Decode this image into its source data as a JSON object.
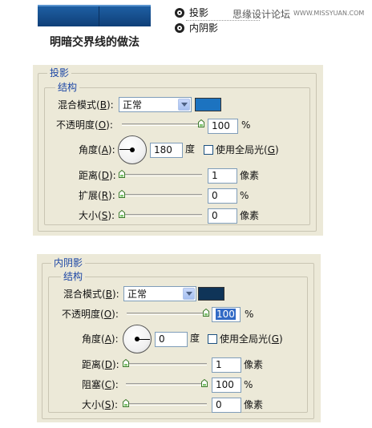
{
  "header": {
    "title": "明暗交界线的做法",
    "legend": [
      {
        "icon": "layer-effect-icon",
        "label": "投影"
      },
      {
        "icon": "layer-effect-icon",
        "label": "内阴影"
      }
    ],
    "site_name": "思缘设计论坛",
    "site_url": "WWW.MISSYUAN.COM"
  },
  "colors": {
    "header_block": "#1e5fa3",
    "panel_bg": "#ece9d8",
    "group_label": "#1c46a5",
    "drop_shadow_swatch": "#1c73c0",
    "inner_shadow_swatch": "#0f3458"
  },
  "drop_shadow": {
    "title": "投影",
    "group": "结构",
    "blend_mode": {
      "label": "混合模式",
      "key": "B",
      "value": "正常"
    },
    "opacity": {
      "label": "不透明度",
      "key": "O",
      "value": "100",
      "unit": "%",
      "level": 1.0
    },
    "angle": {
      "label": "角度",
      "key": "A",
      "value": "180",
      "unit": "度",
      "degrees": 180
    },
    "global_light": {
      "label": "使用全局光",
      "key": "G",
      "checked": false
    },
    "distance": {
      "label": "距离",
      "key": "D",
      "value": "1",
      "unit": "像素",
      "level": 0.0
    },
    "spread": {
      "label": "扩展",
      "key": "R",
      "value": "0",
      "unit": "%",
      "level": 0.0
    },
    "size": {
      "label": "大小",
      "key": "S",
      "value": "0",
      "unit": "像素",
      "level": 0.0
    }
  },
  "inner_shadow": {
    "title": "内阴影",
    "group": "结构",
    "blend_mode": {
      "label": "混合模式",
      "key": "B",
      "value": "正常"
    },
    "opacity": {
      "label": "不透明度",
      "key": "O",
      "value": "100",
      "unit": "%",
      "level": 1.0
    },
    "angle": {
      "label": "角度",
      "key": "A",
      "value": "0",
      "unit": "度",
      "degrees": 0
    },
    "global_light": {
      "label": "使用全局光",
      "key": "G",
      "checked": false
    },
    "distance": {
      "label": "距离",
      "key": "D",
      "value": "1",
      "unit": "像素",
      "level": 0.0
    },
    "choke": {
      "label": "阻塞",
      "key": "C",
      "value": "100",
      "unit": "%",
      "level": 1.0
    },
    "size": {
      "label": "大小",
      "key": "S",
      "value": "0",
      "unit": "像素",
      "level": 0.0
    }
  }
}
